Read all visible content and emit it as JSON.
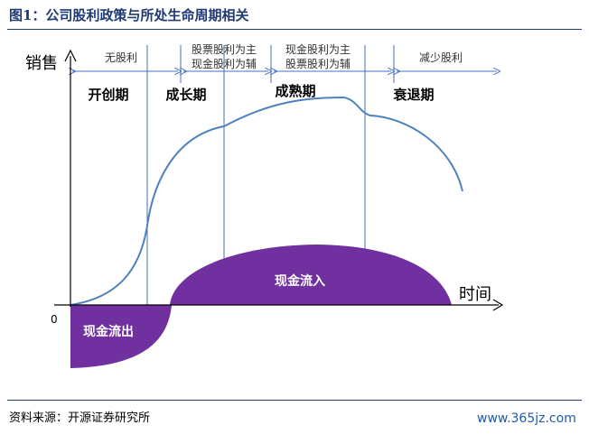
{
  "title": "图1：公司股利政策与所处生命周期相关",
  "axis": {
    "y_label": "销售",
    "x_label": "时间",
    "origin": "0"
  },
  "policies": [
    {
      "line1": "无股利",
      "line2": ""
    },
    {
      "line1": "股票股利为主",
      "line2": "现金股利为辅"
    },
    {
      "line1": "现金股利为主",
      "line2": "股票股利为辅"
    },
    {
      "line1": "减少股利",
      "line2": ""
    }
  ],
  "stages": [
    "开创期",
    "成长期",
    "成熟期",
    "衰退期"
  ],
  "cash": {
    "outflow": "现金流出",
    "inflow": "现金流入"
  },
  "source": "资料来源：开源证券研究所",
  "watermark": "www.365jz.com",
  "colors": {
    "primary": "#1f3b73",
    "fill": "#7030a0",
    "lines": "#4472c4"
  }
}
